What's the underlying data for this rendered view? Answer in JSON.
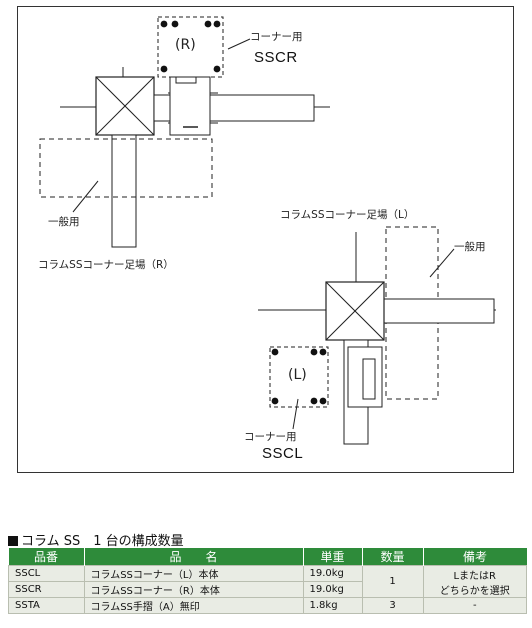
{
  "diagram": {
    "top_assembly": {
      "corner_label": "コーナー用",
      "code": "SSCR",
      "mark": "(R)",
      "general_label": "一般用",
      "caption": "コラムSSコーナー足場（R）"
    },
    "bottom_assembly": {
      "caption": "コラムSSコーナー足場（L）",
      "general_label": "一般用",
      "mark": "(L)",
      "corner_label": "コーナー用",
      "code": "SSCL"
    }
  },
  "table": {
    "title": "コラム SS　1 台の構成数量",
    "headers": {
      "code": "品番",
      "name": "品　　名",
      "weight": "単重",
      "qty": "数量",
      "note": "備考"
    },
    "rows": [
      {
        "code": "SSCL",
        "name": "コラムSSコーナー（L）本体",
        "weight": "19.0kg"
      },
      {
        "code": "SSCR",
        "name": "コラムSSコーナー（R）本体",
        "weight": "19.0kg"
      },
      {
        "code": "SSTA",
        "name": "コラムSS手摺（A）無印",
        "weight": "1.8kg",
        "qty": "3",
        "note": "-"
      }
    ],
    "merged_qty": "1",
    "merged_note_line1": "LまたはR",
    "merged_note_line2": "どちらかを選択"
  }
}
